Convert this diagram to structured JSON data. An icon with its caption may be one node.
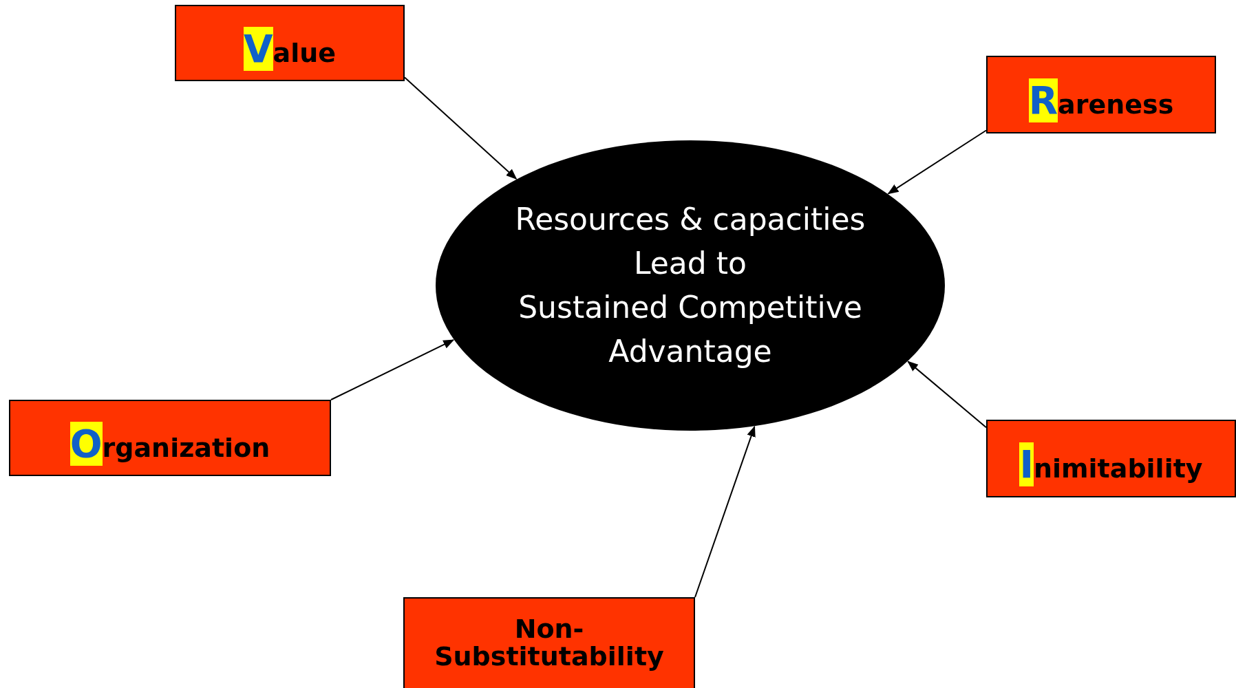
{
  "diagram": {
    "nodes": [
      {
        "text": [
          "Resources & capacities",
          "Lead to",
          "Sustained Competitive Advantage"
        ]
      },
      {
        "text": [
          "Value"
        ]
      },
      {
        "text": [
          "Rareness"
        ]
      },
      {
        "text": [
          "Organization"
        ]
      },
      {
        "text": [
          "Inimitability"
        ]
      },
      {
        "text": [
          "Non-Substitutability"
        ]
      }
    ],
    "edges": [
      {
        "from": 1,
        "to": 0,
        "arrow": "to"
      },
      {
        "from": 2,
        "to": 0,
        "arrow": "to"
      },
      {
        "from": 3,
        "to": 0,
        "arrow": "to"
      },
      {
        "from": 4,
        "to": 0,
        "arrow": "to"
      },
      {
        "from": 5,
        "to": 0,
        "arrow": "to"
      }
    ]
  }
}
